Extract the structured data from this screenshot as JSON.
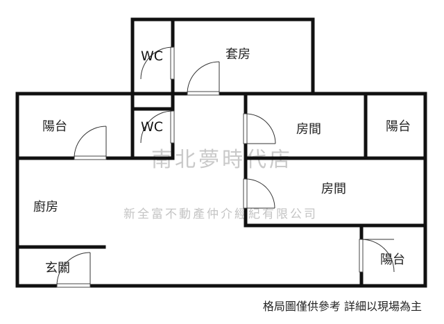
{
  "rooms": {
    "wc_top": "WC",
    "suite": "套房",
    "balcony_left": "陽台",
    "wc_mid": "WC",
    "bedroom_1": "房間",
    "balcony_right": "陽台",
    "bedroom_2": "房間",
    "kitchen": "廚房",
    "entrance": "玄關",
    "balcony_bottom": "陽台"
  },
  "watermark": {
    "title": "南北夢時代店",
    "company": "新全富不動產仲介經紀有限公司"
  },
  "disclaimer": "格局圖僅供參考 詳細以現場為主",
  "colors": {
    "wall": "#111111",
    "watermark": "#c9c9c9",
    "text": "#222222"
  }
}
